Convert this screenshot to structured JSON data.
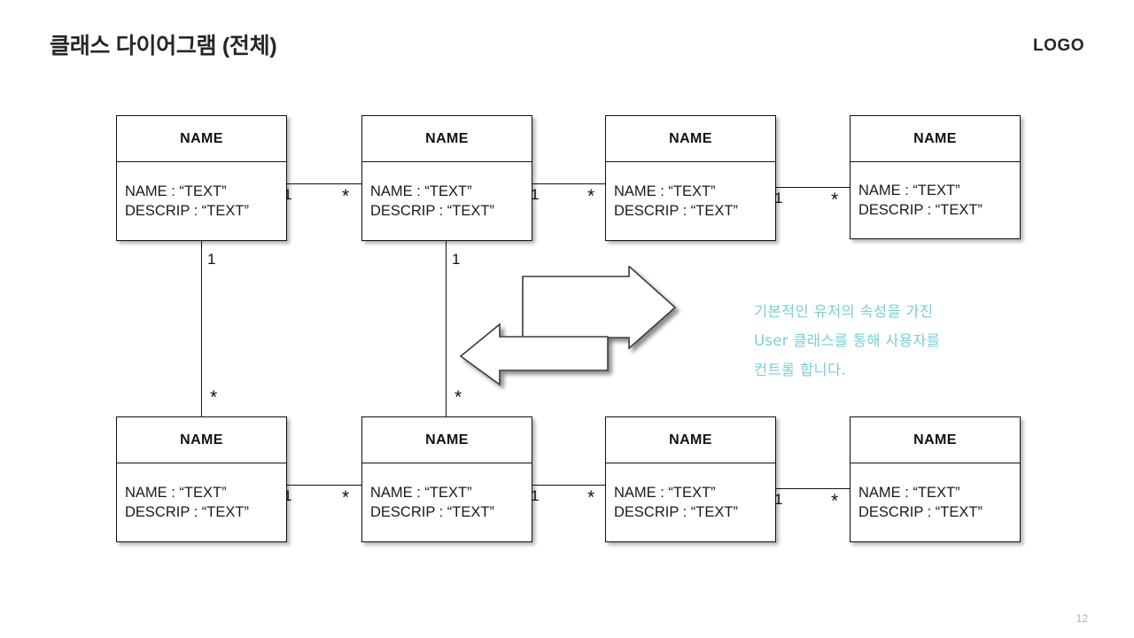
{
  "header": {
    "title": "클래스 다이어그램 (전체)",
    "logo": "LOGO"
  },
  "footer": {
    "page_number": "12"
  },
  "colors": {
    "title": "#262626",
    "box_border": "#111111",
    "box_fill": "#ffffff",
    "annotation": "#79cfd4",
    "page_number": "#b0b0b0"
  },
  "class_boxes": [
    {
      "id": "top-1",
      "name": "NAME",
      "attributes": [
        "NAME : “TEXT”",
        "DESCRIP : “TEXT”"
      ]
    },
    {
      "id": "top-2",
      "name": "NAME",
      "attributes": [
        "NAME : “TEXT”",
        "DESCRIP : “TEXT”"
      ]
    },
    {
      "id": "top-3",
      "name": "NAME",
      "attributes": [
        "NAME : “TEXT”",
        "DESCRIP : “TEXT”"
      ]
    },
    {
      "id": "top-4",
      "name": "NAME",
      "attributes": [
        "NAME : “TEXT”",
        "DESCRIP : “TEXT”"
      ]
    },
    {
      "id": "bottom-1",
      "name": "NAME",
      "attributes": [
        "NAME : “TEXT”",
        "DESCRIP : “TEXT”"
      ]
    },
    {
      "id": "bottom-2",
      "name": "NAME",
      "attributes": [
        "NAME : “TEXT”",
        "DESCRIP : “TEXT”"
      ]
    },
    {
      "id": "bottom-3",
      "name": "NAME",
      "attributes": [
        "NAME : “TEXT”",
        "DESCRIP : “TEXT”"
      ]
    },
    {
      "id": "bottom-4",
      "name": "NAME",
      "attributes": [
        "NAME : “TEXT”",
        "DESCRIP : “TEXT”"
      ]
    }
  ],
  "multiplicities": {
    "top_r1_left": "1",
    "top_r1_right": "*",
    "top_r2_left": "1",
    "top_r2_right": "*",
    "top_r3_left": "1",
    "top_r3_right": "*",
    "bottom_r1_left": "1",
    "bottom_r1_right": "*",
    "bottom_r2_left": "1",
    "bottom_r2_right": "*",
    "bottom_r3_left": "1",
    "bottom_r3_right": "*",
    "vert_1_top": "1",
    "vert_1_bottom": "*",
    "vert_2_top": "1",
    "vert_2_bottom": "*"
  },
  "arrows": [
    {
      "id": "arrow-right",
      "direction": "right"
    },
    {
      "id": "arrow-left",
      "direction": "left"
    }
  ],
  "annotation": {
    "lines": [
      "기본적인 유저의 속성을 가진",
      "User 클래스를 통해 사용자를",
      "컨트롤 합니다."
    ]
  }
}
